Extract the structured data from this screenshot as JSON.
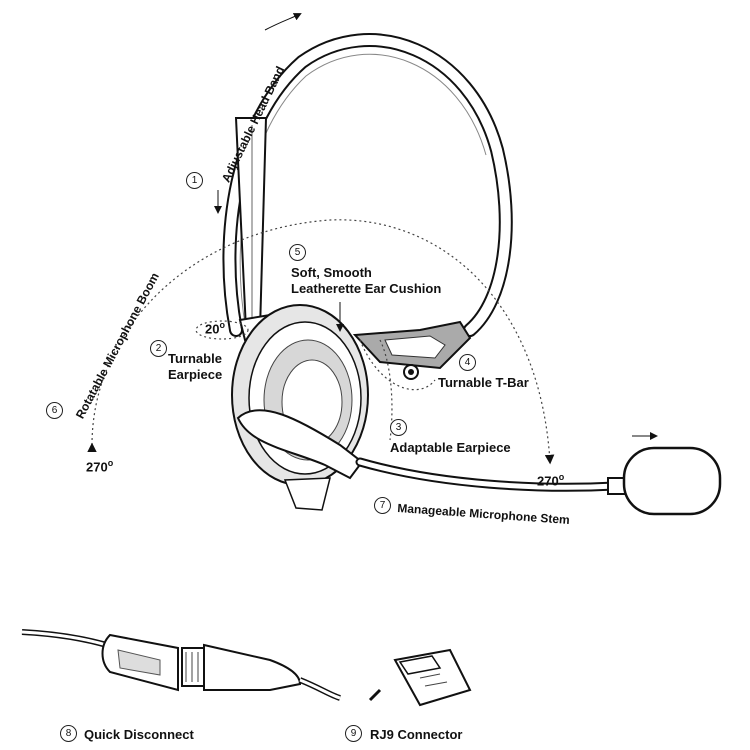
{
  "labels": {
    "l1": {
      "num": "1",
      "text": "Adjustable Head Band"
    },
    "l2": {
      "num": "2",
      "line1": "Turnable",
      "line2": "Earpiece"
    },
    "l3": {
      "num": "3",
      "text": "Adaptable Earpiece"
    },
    "l4": {
      "num": "4",
      "text": "Turnable T-Bar"
    },
    "l5": {
      "num": "5",
      "line1": "Soft, Smooth",
      "line2": "Leatherette Ear Cushion"
    },
    "l6": {
      "num": "6",
      "text": "Rotatable Microphone Boom"
    },
    "l7": {
      "num": "7",
      "text": "Manageable Microphone Stem"
    },
    "l8": {
      "num": "8",
      "text": "Quick Disconnect"
    },
    "l9": {
      "num": "9",
      "text": "RJ9 Connector"
    }
  },
  "angles": {
    "earpiece": "20",
    "boom_left": "270",
    "boom_right": "270",
    "degree_symbol": "o"
  },
  "colors": {
    "line": "#111111",
    "fill": "#ffffff",
    "shade": "#bbbbbb"
  }
}
